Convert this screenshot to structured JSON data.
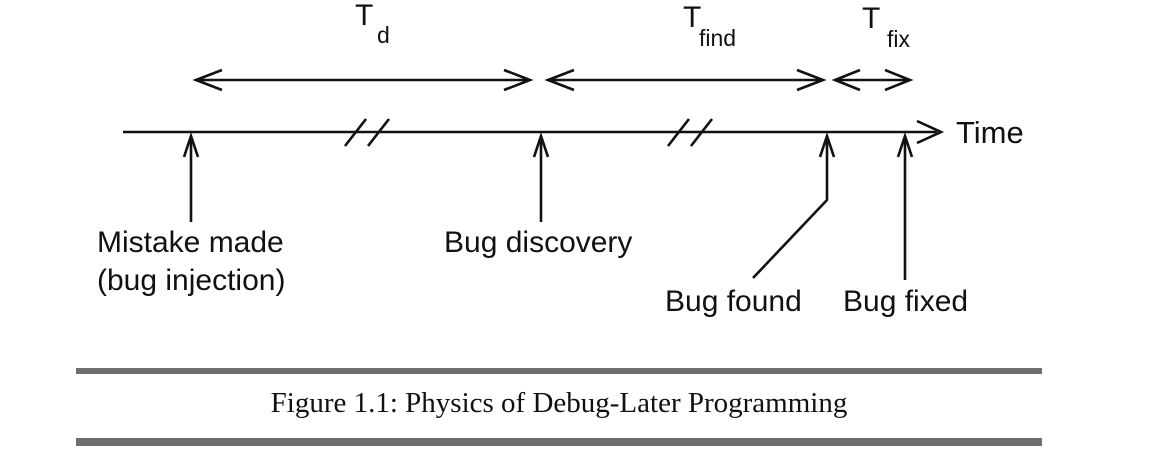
{
  "figure": {
    "caption": "Figure 1.1: Physics of Debug-Later Programming",
    "colors": {
      "ink": "#111111",
      "rule": "#6e6e6e",
      "background": "#ffffff"
    },
    "axis": {
      "label": "Time"
    },
    "intervals": [
      {
        "main": "T",
        "sub": "d"
      },
      {
        "main": "T",
        "sub": "find"
      },
      {
        "main": "T",
        "sub": "fix"
      }
    ],
    "events": [
      {
        "line1": "Mistake made",
        "line2": "(bug injection)"
      },
      {
        "line1": "Bug discovery"
      },
      {
        "line1": "Bug found"
      },
      {
        "line1": "Bug fixed"
      }
    ]
  }
}
